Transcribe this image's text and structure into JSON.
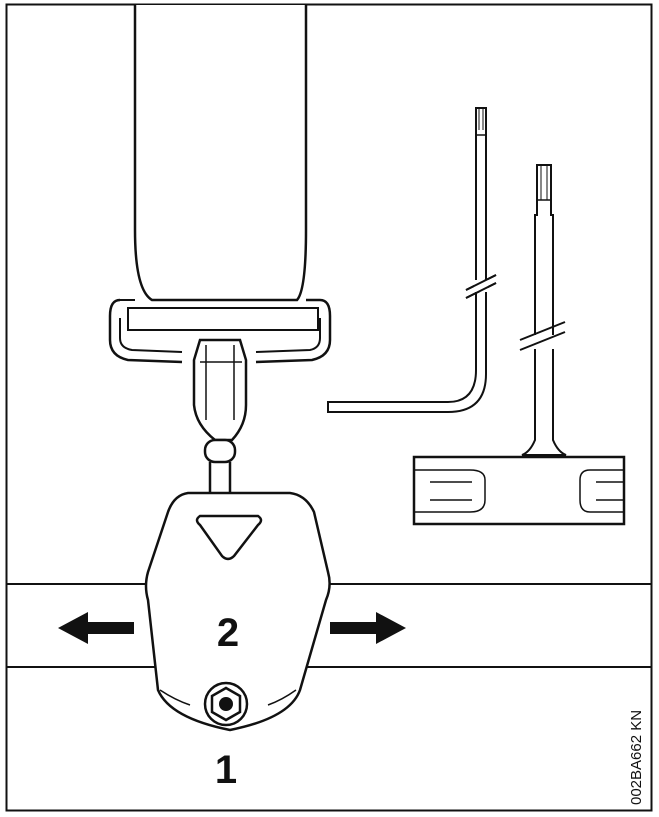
{
  "figure": {
    "callouts": {
      "screw": "1",
      "anchor_plate": "2"
    },
    "figure_code": "002BA662 KN",
    "icons": {
      "arrow_left": "arrow-left-icon",
      "arrow_right": "arrow-right-icon",
      "allen_key": "allen-key-icon",
      "t_handle_wrench": "t-handle-wrench-icon"
    },
    "colors": {
      "line": "#111111",
      "background": "#ffffff",
      "fill_gray": "#e6e6e6"
    }
  }
}
